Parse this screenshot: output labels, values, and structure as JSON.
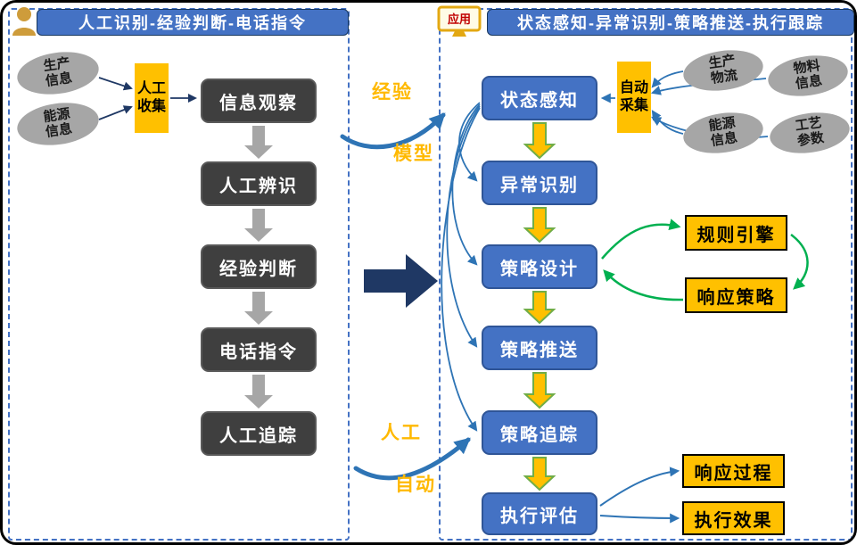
{
  "left_panel": {
    "header": "人工识别-经验判断-电话指令",
    "sources": [
      "生产\n信息",
      "能源\n信息"
    ],
    "collector": "人工\n收集",
    "steps": [
      "信息观察",
      "人工辨识",
      "经验判断",
      "电话指令",
      "人工追踪"
    ]
  },
  "middle": {
    "top_from": "经验",
    "top_to": "模型",
    "bottom_from": "人工",
    "bottom_to": "自动"
  },
  "right_panel": {
    "header": "状态感知-异常识别-策略推送-执行跟踪",
    "app_icon_label": "应用",
    "collector": "自动\n采集",
    "sources": [
      "生产\n物流",
      "物料\n信息",
      "能源\n信息",
      "工艺\n参数"
    ],
    "steps": [
      "状态感知",
      "异常识别",
      "策略设计",
      "策略推送",
      "策略追踪",
      "执行评估"
    ],
    "loop_boxes": [
      "规则引擎",
      "响应策略"
    ],
    "result_boxes": [
      "响应过程",
      "执行效果"
    ]
  },
  "colors": {
    "panel_blue": "#4472C4",
    "dark_box": "#3F3F3F",
    "accent_yellow": "#FFC000",
    "loop_green": "#00B050",
    "navy_arrow": "#1F3864",
    "gray": "#A6A6A6"
  }
}
